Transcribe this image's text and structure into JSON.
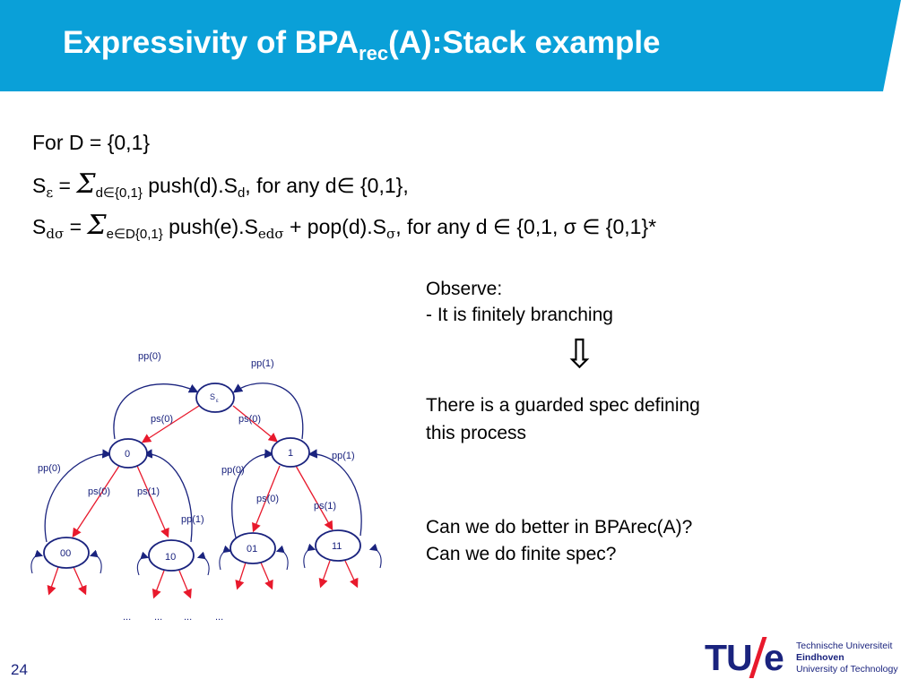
{
  "header": {
    "title_main": "Expressivity of BPA",
    "title_sub": "rec",
    "title_rest": "(A):Stack example",
    "banner_color": "#0aa0d8"
  },
  "body": {
    "line1": "For D = {0,1}",
    "line2": {
      "s": "S",
      "s_sub": "ε",
      "eq": " = ",
      "sigma": "Σ",
      "sum_sub": "d∈{0,1}",
      "text": " push(d).S",
      "text_sub": "d",
      "tail": ", for  any d∈ {0,1},"
    },
    "line3": {
      "s": "S",
      "s_sub": "dσ",
      "eq": " = ",
      "sigma": "Σ",
      "sum_sub": "e∈D{0,1}",
      "text": " push(e).S",
      "text_sub": "edσ",
      "plus": " +  pop(d).S",
      "pop_sub": "σ",
      "tail": ", for any d ∈ {0,1, σ ∈ {0,1}*"
    }
  },
  "observe": {
    "heading": "Observe:",
    "point": "- It is finitely branching",
    "arrow": "⇩",
    "conclusion_1": "There is a guarded spec defining",
    "conclusion_2": "this process",
    "question_1": "Can we do better in BPArec(A)?",
    "question_2": "Can we do finite spec?"
  },
  "diagram": {
    "root": "S",
    "root_sub": "ε",
    "nodes": [
      "0",
      "1",
      "00",
      "10",
      "01",
      "11"
    ],
    "edge_labels": {
      "root_pp0": "pp(0)",
      "root_pp1": "pp(1)",
      "root_ps0_left": "ps(0)",
      "root_ps0_right": "ps(0)",
      "n0_pp0": "pp(0)",
      "n0_ps0": "ps(0)",
      "n0_ps1": "ps(1)",
      "n0_pp1": "pp(1)",
      "n1_pp1": "pp(1)",
      "n1_pp0": "pp(0)",
      "n1_ps0": "ps(0)",
      "n1_ps1": "ps(1)"
    },
    "ellipses": [
      "...",
      "...",
      "...",
      "..."
    ],
    "node_color": "#1a237e",
    "push_edge_color": "#e8192c"
  },
  "footer": {
    "page": "24",
    "logo_mark": "TU",
    "logo_e": "e",
    "logo_line1": "Technische Universiteit",
    "logo_line2": "Eindhoven",
    "logo_line3": "University of Technology"
  }
}
